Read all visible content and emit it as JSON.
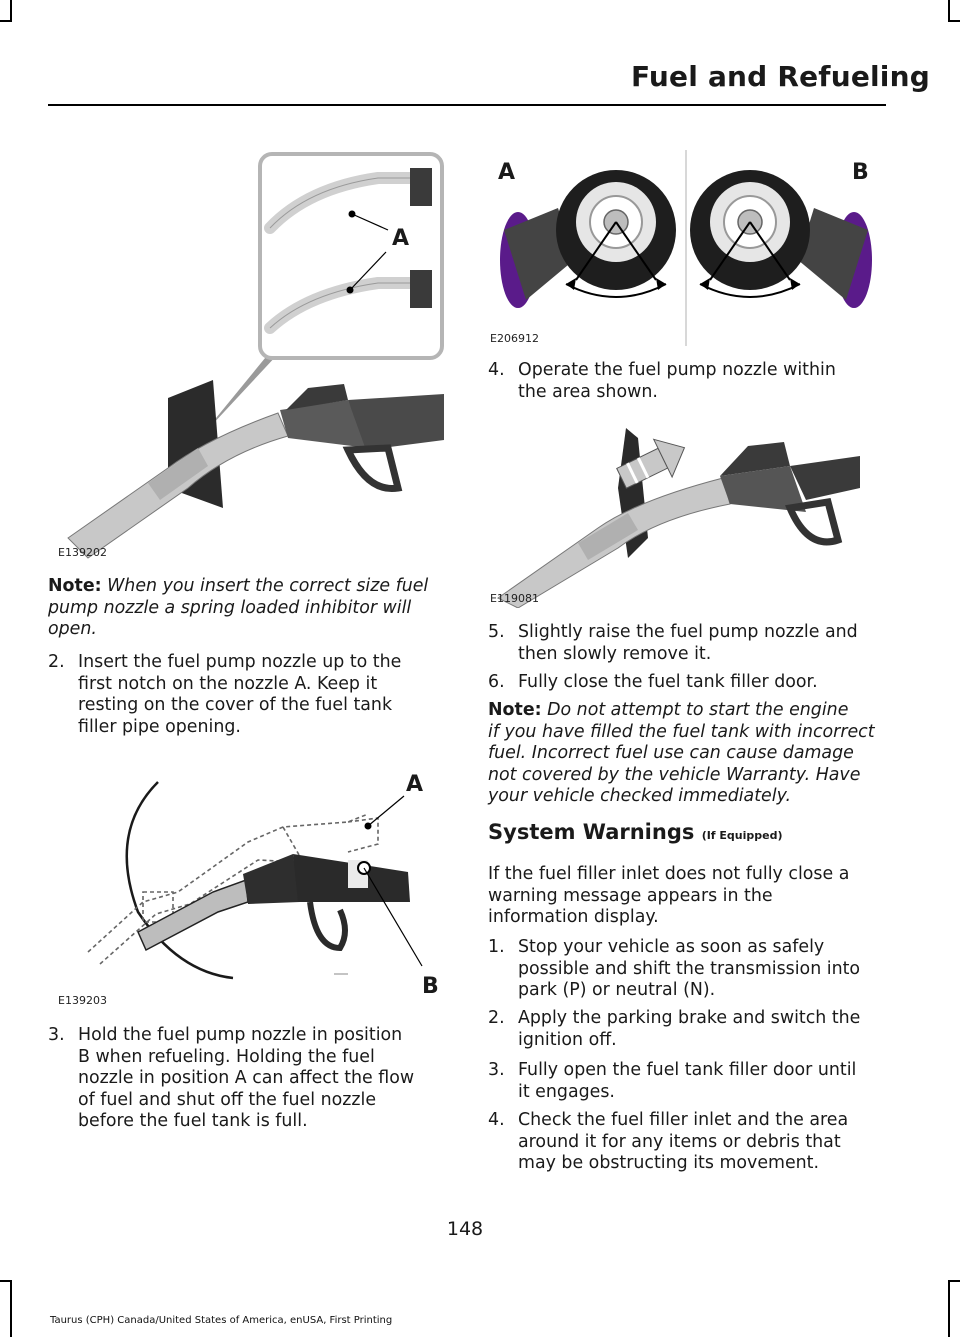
{
  "header": {
    "title": "Fuel and Refueling"
  },
  "figures": {
    "fig1": {
      "code": "E139202",
      "callout_a": "A"
    },
    "fig2": {
      "code": "E139203",
      "callout_a": "A",
      "callout_b": "B"
    },
    "fig3": {
      "code": "E206912",
      "label_a": "A",
      "label_b": "B"
    },
    "fig4": {
      "code": "E119081"
    }
  },
  "left": {
    "note": {
      "label": "Note:",
      "line1": "When you insert the correct size fuel",
      "line2": "pump nozzle a spring loaded inhibitor will",
      "line3": "open."
    },
    "step2": {
      "num": "2.",
      "line1": "Insert the fuel pump nozzle up to the",
      "line2": "first notch on the nozzle A.  Keep it",
      "line3": "resting on the cover of the fuel tank",
      "line4": "filler pipe opening."
    },
    "step3": {
      "num": "3.",
      "line1": "Hold the fuel pump nozzle in position",
      "line2": "B when refueling.  Holding the fuel",
      "line3": "nozzle in position A can affect the flow",
      "line4": "of fuel and shut off the fuel nozzle",
      "line5": "before the fuel tank is full."
    }
  },
  "right": {
    "step4": {
      "num": "4.",
      "line1": "Operate the fuel pump nozzle within",
      "line2": "the area shown."
    },
    "step5": {
      "num": "5.",
      "line1": "Slightly raise the fuel pump nozzle and",
      "line2": "then slowly remove it."
    },
    "step6": {
      "num": "6.",
      "line1": "Fully close the fuel tank filler door."
    },
    "note2": {
      "label": "Note:",
      "line1": " Do not attempt to start the engine",
      "line2": "if you have filled the fuel tank with incorrect",
      "line3": "fuel.  Incorrect fuel use can cause damage",
      "line4": "not covered by the vehicle Warranty.  Have",
      "line5": "your vehicle checked immediately."
    },
    "section": {
      "title": "System Warnings",
      "sub": "(If Equipped)"
    },
    "intro": {
      "line1": "If the fuel filler inlet does not fully close a",
      "line2": "warning message appears in the",
      "line3": "information display."
    },
    "list": [
      {
        "num": "1.",
        "lines": [
          "Stop your vehicle as soon as safely",
          "possible and shift the transmission into",
          "park (P) or neutral (N)."
        ]
      },
      {
        "num": "2.",
        "lines": [
          "Apply the parking brake and switch the",
          "ignition off."
        ]
      },
      {
        "num": "3.",
        "lines": [
          "Fully open the fuel tank filler door until",
          "it engages."
        ]
      },
      {
        "num": "4.",
        "lines": [
          "Check the fuel filler inlet and the area",
          "around it for any items or debris that",
          "may be obstructing its movement."
        ]
      }
    ]
  },
  "page_number": "148",
  "footer": "Taurus (CPH) Canada/United States of America, enUSA, First Printing"
}
